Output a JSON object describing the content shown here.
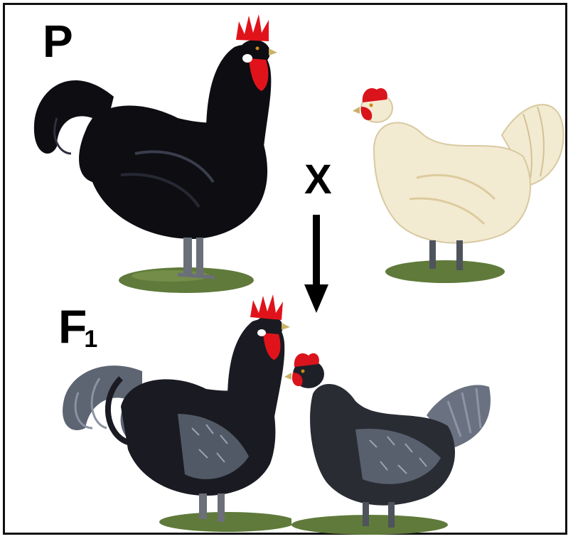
{
  "labels": {
    "parental": "P",
    "cross": "X",
    "filial_letter": "F",
    "filial_sub": "1"
  },
  "birds": {
    "parent_rooster": {
      "plumage": "#0d0d12",
      "comb": "#e0131b"
    },
    "parent_hen": {
      "plumage": "#f3ead2",
      "comb": "#d9141c"
    },
    "f1_rooster": {
      "plumage": "#1a1b22",
      "accent": "#5d6472",
      "comb": "#e0131b"
    },
    "f1_hen": {
      "plumage": "#2a2c34",
      "accent": "#6a7180",
      "comb": "#d9141c"
    }
  },
  "colors": {
    "grass": "#5f7a3a",
    "legs": "#6b6f78",
    "arrow": "#000000"
  }
}
